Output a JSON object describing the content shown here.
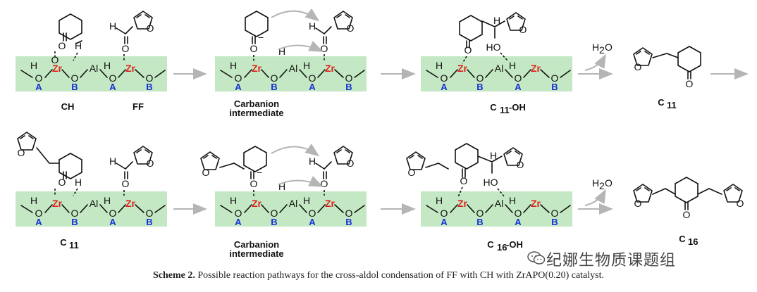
{
  "caption": {
    "label": "Scheme 2.",
    "text": " Possible reaction pathways for the cross-aldol condensation of FF with CH with ZrAPO(0.20) catalyst."
  },
  "watermark": "纪娜生物质课题组",
  "surface": {
    "atoms": [
      "O",
      "Zr",
      "O",
      "Al",
      "O",
      "Zr",
      "O"
    ],
    "sites": [
      "A",
      "B",
      "A",
      "B"
    ],
    "hydrogen": "H"
  },
  "molecules": {
    "ch": "CH",
    "ff": "FF",
    "c11": "C",
    "c11_sub": "11",
    "c11oh_pre": "C",
    "c11oh_sub": "11",
    "c11oh_post": "-OH",
    "c16": "C",
    "c16_sub": "16",
    "c16oh_pre": "C",
    "c16oh_sub": "16",
    "c16oh_post": "-OH",
    "carbanion_1": "Carbanion",
    "carbanion_2": "intermediate"
  },
  "atoms": {
    "O": "O",
    "H": "H",
    "HO": "HO",
    "minus": "−",
    "water_H": "H",
    "water_sub": "2",
    "water_O": "O"
  },
  "colors": {
    "surface": "#c3e8c3",
    "zr": "#e0201b",
    "site": "#1530d8",
    "arrow": "#b5b5b5"
  }
}
